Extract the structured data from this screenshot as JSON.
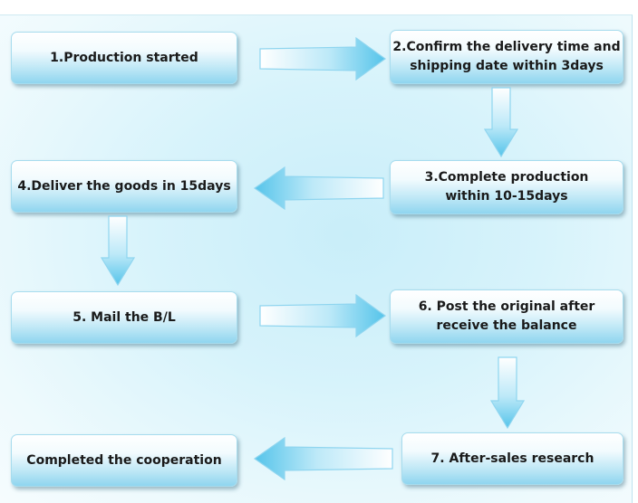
{
  "steps": [
    {
      "label": "1.Production started"
    },
    {
      "label": "2.Confirm the delivery time and\nshipping date within 3days"
    },
    {
      "label": "3.Complete production\nwithin 10-15days"
    },
    {
      "label": "4.Deliver the goods in 15days"
    },
    {
      "label": "5. Mail the B/L"
    },
    {
      "label": "6. Post the original after\nreceive the balance"
    },
    {
      "label": "7. After-sales research"
    },
    {
      "label": "Completed the cooperation"
    }
  ],
  "colors": {
    "box_top": "#ffffff",
    "box_bottom": "#8fd5ef",
    "arrow_light": "#ffffff",
    "arrow_dark": "#55c4ea",
    "background": "#d7f3fb"
  }
}
